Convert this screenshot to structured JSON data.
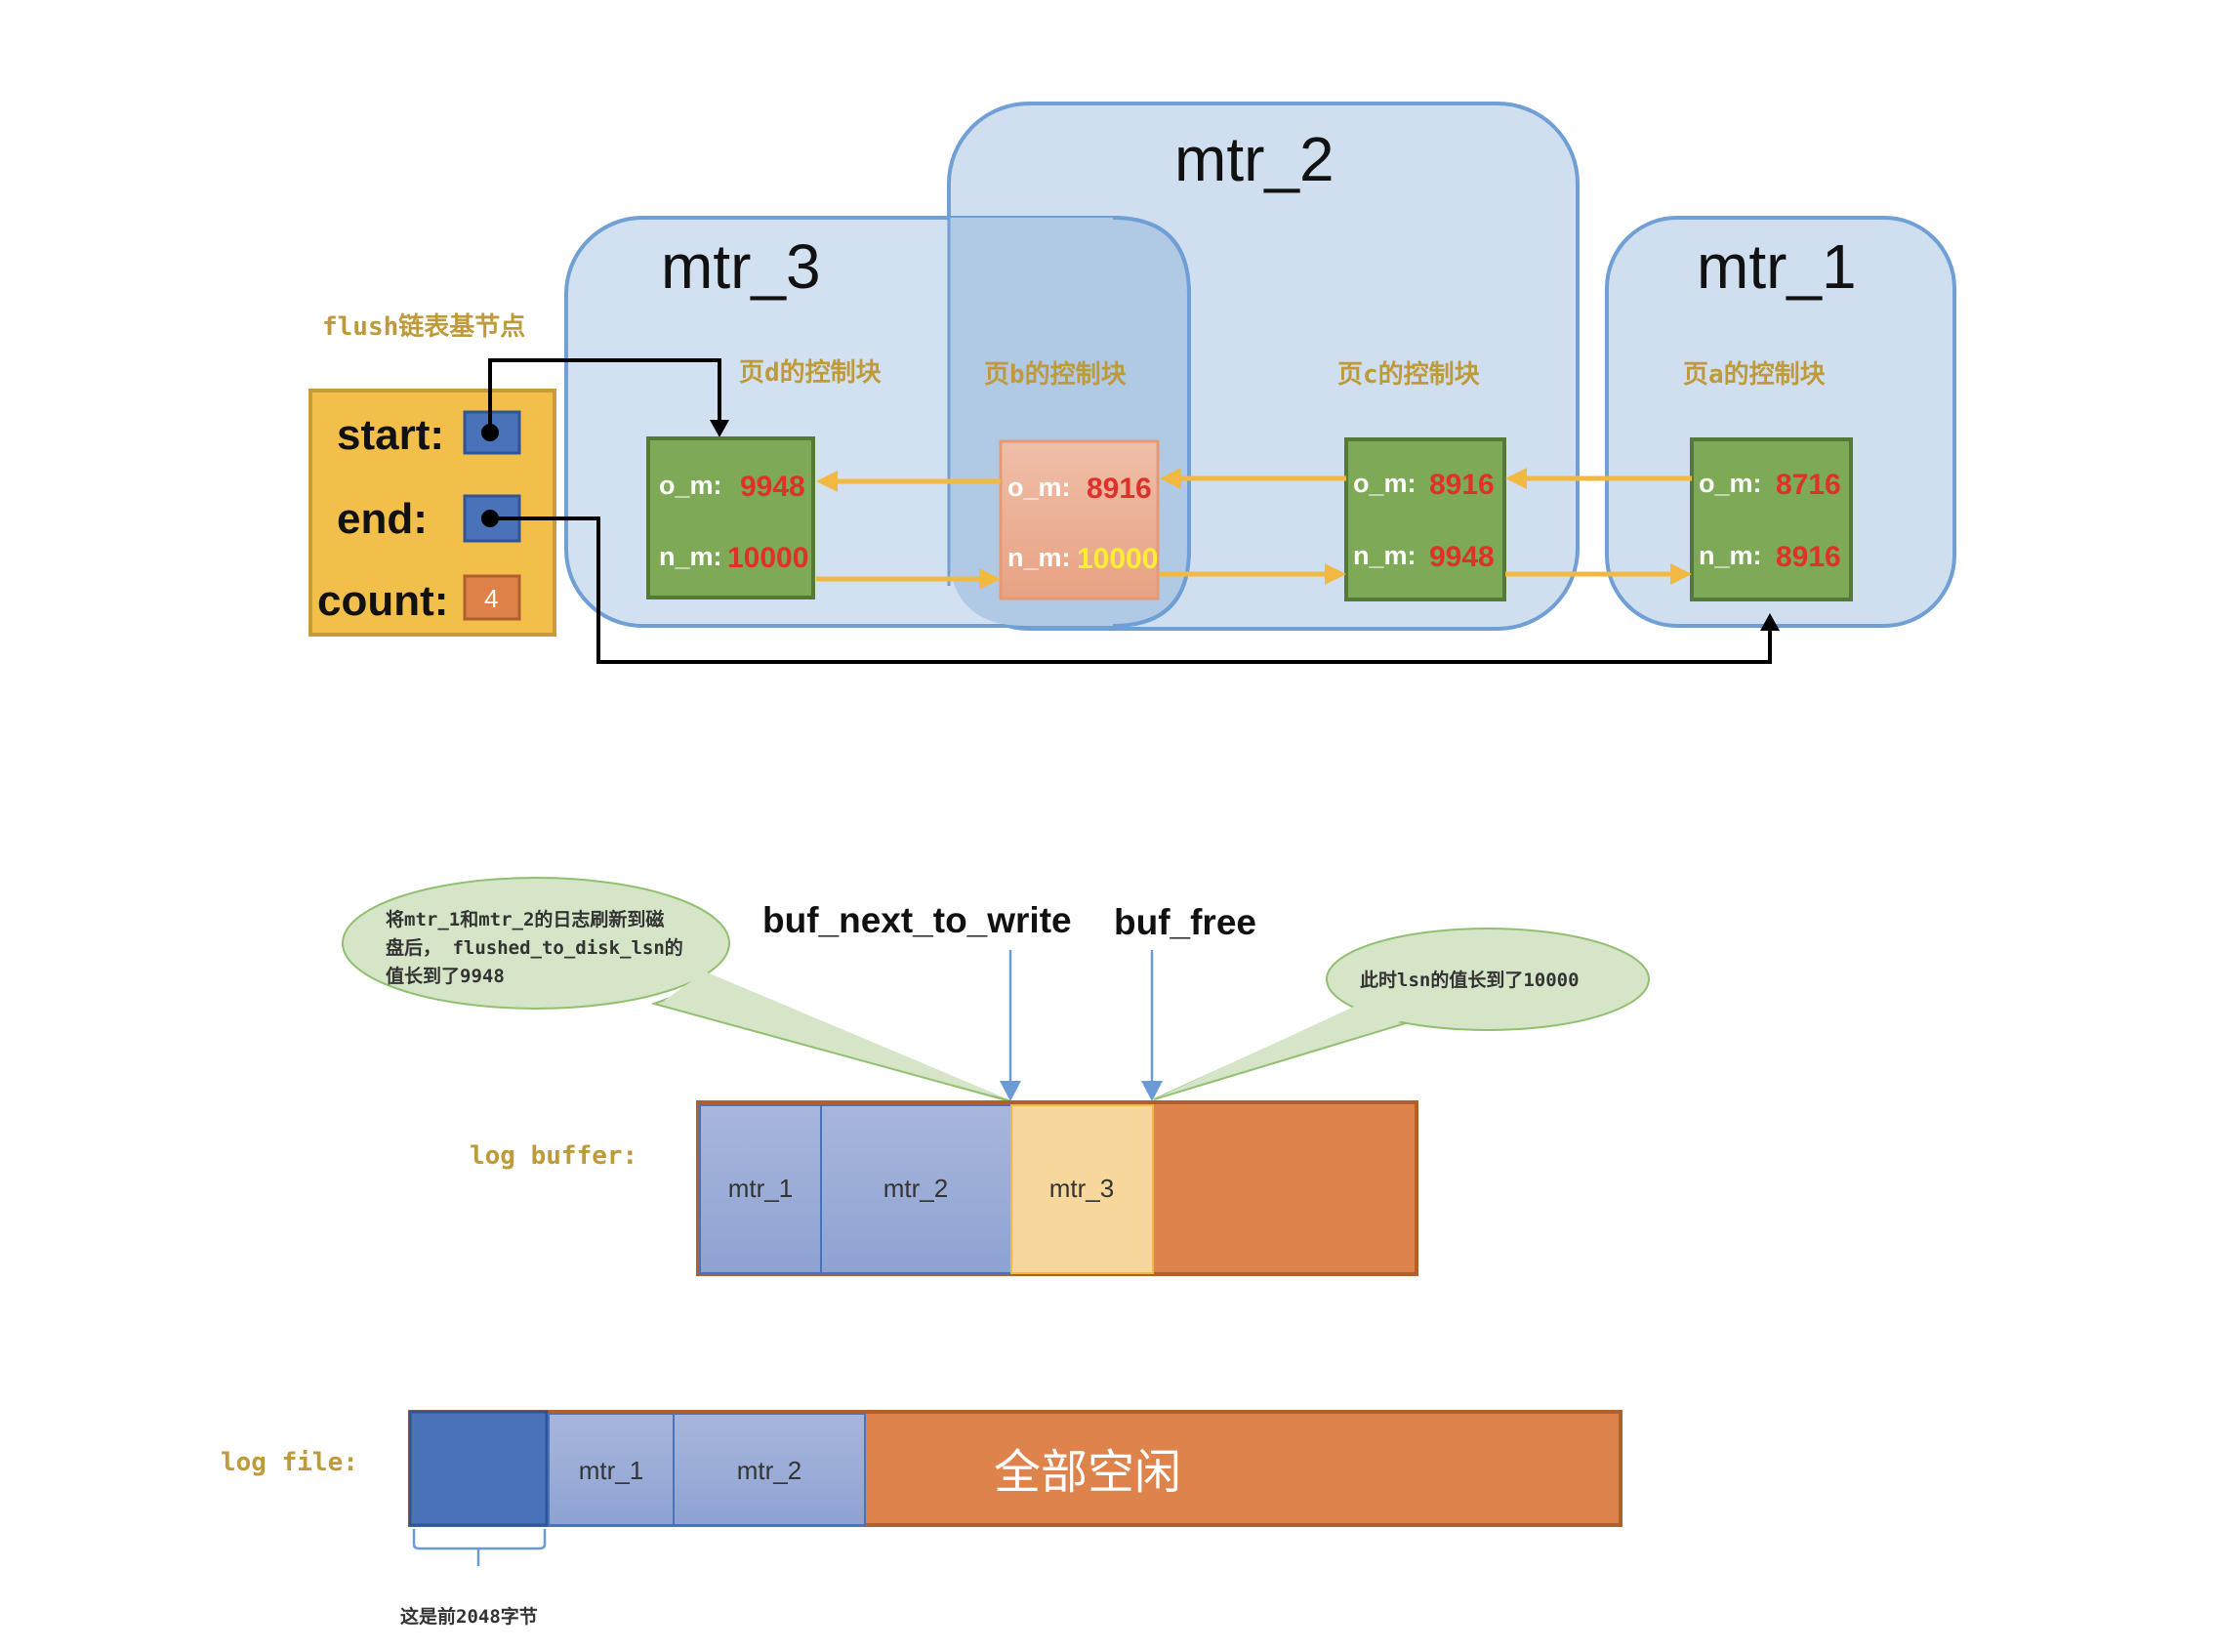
{
  "flush_list_base": {
    "title": "flush链表基节点",
    "start_label": "start:",
    "end_label": "end:",
    "count_label": "count:",
    "count_value": "4"
  },
  "mtr_groups": {
    "mtr_1": "mtr_1",
    "mtr_2": "mtr_2",
    "mtr_3": "mtr_3"
  },
  "control_blocks": [
    {
      "label": "页d的控制块",
      "o_m_key": "o_m:",
      "o_m": "9948",
      "n_m_key": "n_m:",
      "n_m": "10000"
    },
    {
      "label": "页b的控制块",
      "o_m_key": "o_m:",
      "o_m": "8916",
      "n_m_key": "n_m:",
      "n_m": "10000"
    },
    {
      "label": "页c的控制块",
      "o_m_key": "o_m:",
      "o_m": "8916",
      "n_m_key": "n_m:",
      "n_m": "9948"
    },
    {
      "label": "页a的控制块",
      "o_m_key": "o_m:",
      "o_m": "8716",
      "n_m_key": "n_m:",
      "n_m": "8916"
    }
  ],
  "log_buffer": {
    "label": "log buffer:",
    "segments": [
      "mtr_1",
      "mtr_2",
      "mtr_3"
    ],
    "pointer_next_to_write": "buf_next_to_write",
    "pointer_free": "buf_free",
    "callout_left": [
      "将mtr_1和mtr_2的日志刷新到磁",
      "盘后， flushed_to_disk_lsn的",
      "值长到了9948"
    ],
    "callout_right": "此时lsn的值长到了10000"
  },
  "log_file": {
    "label": "log file:",
    "segments": [
      "mtr_1",
      "mtr_2"
    ],
    "free_label": "全部空闲",
    "header_note": "这是前2048字节"
  },
  "colors": {
    "mtr_fill": "#d0dff0",
    "mtr_border": "#6f9fd4",
    "overlap_fill": "#b0c9e4",
    "clean_page": "#7ea956",
    "dirty_page": "#ebb198",
    "base_node": "#f3bf4b",
    "pointer_box": "#4a72b8",
    "count_box": "#de8249",
    "accent_orange": "#f1b942",
    "value_red": "#e0302a",
    "value_yellow": "#ffee33",
    "label_gold": "#bf9a3a",
    "log_mtr": "#9cadd8",
    "log_pending": "#f7d79b",
    "log_free": "#de834b",
    "log_header": "#4a72b8",
    "callout_fill": "#d6e4c8",
    "callout_border": "#90c070"
  }
}
